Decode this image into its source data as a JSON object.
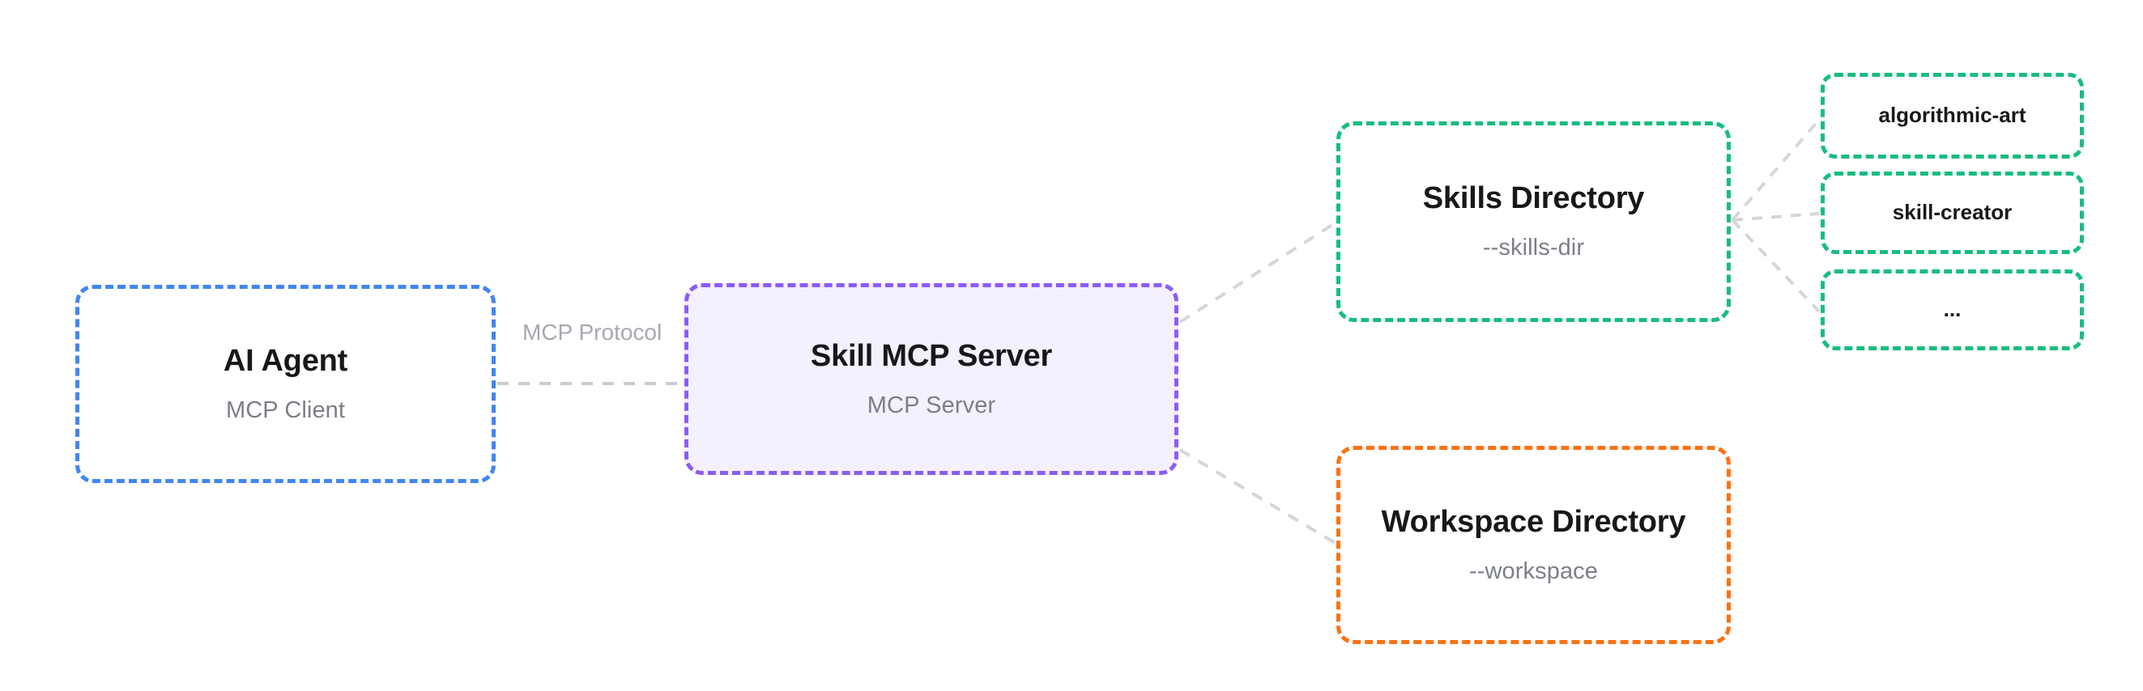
{
  "diagram": {
    "type": "architecture-flow",
    "background_color": "#ffffff",
    "nodes": [
      {
        "id": "ai-agent",
        "title": "AI Agent",
        "subtitle": "MCP Client",
        "border_color": "#4285f4",
        "fill_color": "#ffffff",
        "style": "dashed"
      },
      {
        "id": "skill-mcp-server",
        "title": "Skill MCP Server",
        "subtitle": "MCP Server",
        "border_color": "#8b5cf6",
        "fill_color": "#f4f0fe",
        "style": "dashed"
      },
      {
        "id": "skills-directory",
        "title": "Skills Directory",
        "subtitle": "--skills-dir",
        "border_color": "#18bd7f",
        "fill_color": "#ffffff",
        "style": "dashed"
      },
      {
        "id": "workspace-directory",
        "title": "Workspace Directory",
        "subtitle": "--workspace",
        "border_color": "#f97316",
        "fill_color": "#ffffff",
        "style": "dashed"
      }
    ],
    "skill_items": [
      {
        "id": "algorithmic-art",
        "label": "algorithmic-art",
        "border_color": "#18bd7f"
      },
      {
        "id": "skill-creator",
        "label": "skill-creator",
        "border_color": "#18bd7f"
      },
      {
        "id": "more-skills",
        "label": "...",
        "border_color": "#18bd7f"
      }
    ],
    "edges": [
      {
        "id": "agent-to-server",
        "label": "MCP Protocol",
        "style": "dashed",
        "color": "#c9ccd2"
      },
      {
        "id": "server-to-skills",
        "label": "",
        "style": "dashed",
        "color": "#d3d6db"
      },
      {
        "id": "server-to-workspace",
        "label": "",
        "style": "dashed",
        "color": "#d3d6db"
      },
      {
        "id": "skills-to-algorithmic",
        "label": "",
        "style": "dashed",
        "color": "#d3d6db"
      },
      {
        "id": "skills-to-skillcreator",
        "label": "",
        "style": "dashed",
        "color": "#d3d6db"
      },
      {
        "id": "skills-to-more",
        "label": "",
        "style": "dashed",
        "color": "#d3d6db"
      }
    ]
  }
}
